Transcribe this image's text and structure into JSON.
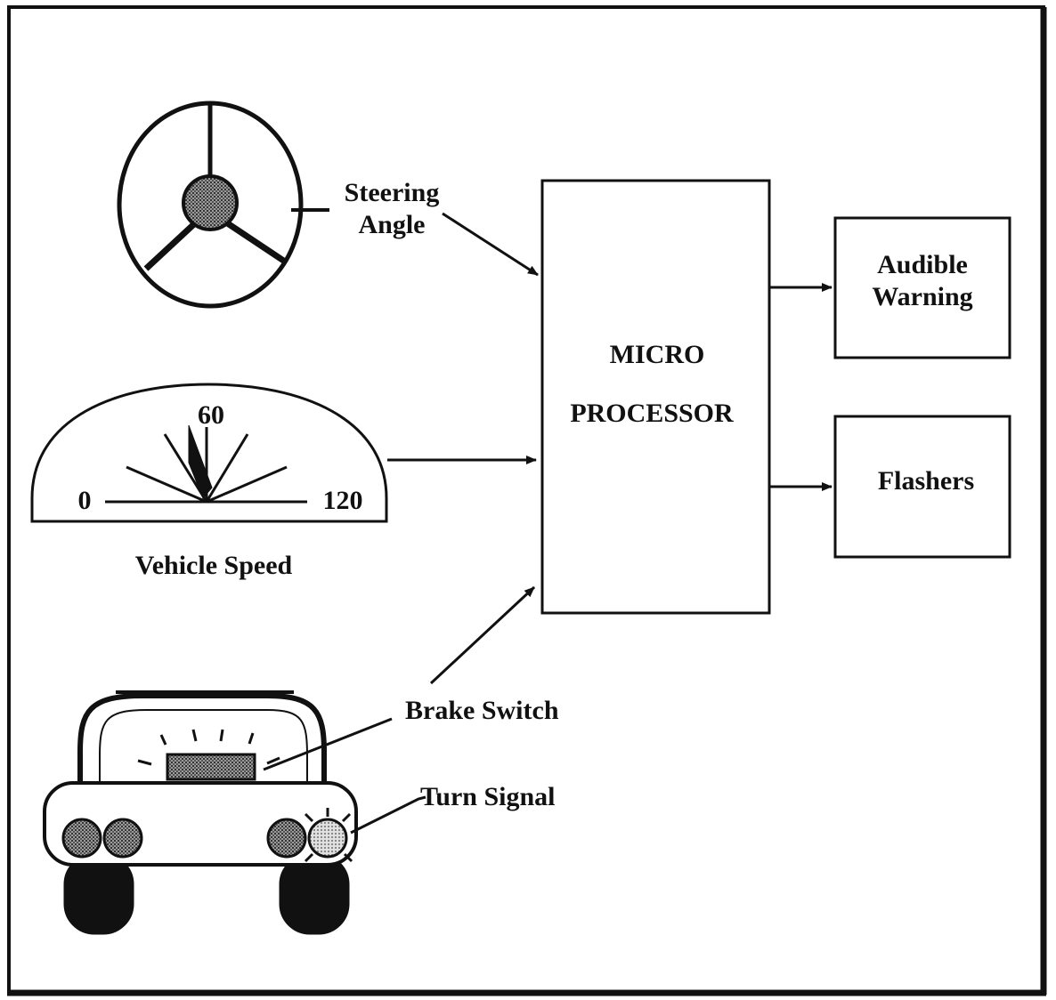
{
  "steering": {
    "label_line1": "Steering",
    "label_line2": "Angle"
  },
  "speedometer": {
    "mark_zero": "0",
    "mark_mid": "60",
    "mark_max": "120",
    "caption": "Vehicle Speed"
  },
  "car": {
    "brake_label": "Brake Switch",
    "turn_label": "Turn Signal"
  },
  "processor": {
    "line1": "MICRO",
    "line2": "PROCESSOR"
  },
  "outputs": {
    "audible_line1": "Audible",
    "audible_line2": "Warning",
    "flashers": "Flashers"
  },
  "colors": {
    "ink": "#111111",
    "fill_dark": "#7a7a7a",
    "fill_light": "#c8c8c8"
  }
}
